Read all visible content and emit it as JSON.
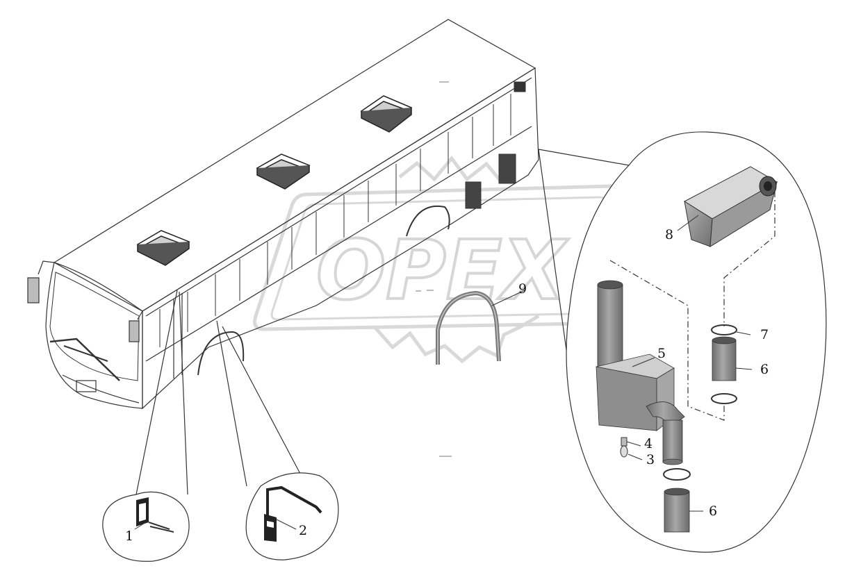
{
  "watermark": {
    "text": "OPEX"
  },
  "callouts": [
    "1",
    "2",
    "3",
    "4",
    "5",
    "6",
    "6",
    "7",
    "8",
    "9"
  ],
  "colors": {
    "line": "#333333",
    "part": "#8a8a8a",
    "watermark": "#dcdcdc"
  }
}
